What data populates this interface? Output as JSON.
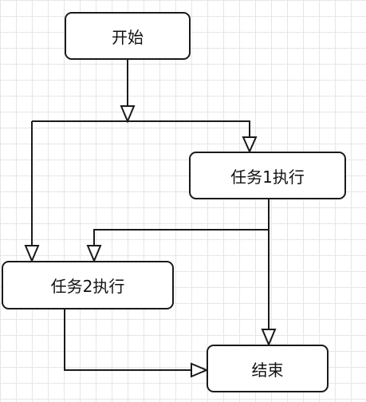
{
  "nodes": {
    "start": {
      "label": "开始"
    },
    "task1": {
      "label": "任务1执行"
    },
    "task2": {
      "label": "任务2执行"
    },
    "end": {
      "label": "结束"
    }
  },
  "edges": [
    {
      "from": "开始",
      "to": "任务1执行"
    },
    {
      "from": "开始",
      "to": "任务2执行"
    },
    {
      "from": "任务1执行",
      "to": "任务2执行"
    },
    {
      "from": "任务1执行",
      "to": "结束"
    },
    {
      "from": "任务2执行",
      "to": "结束"
    }
  ],
  "colors": {
    "stroke": "#1a1a1a",
    "grid": "#e6e6e6",
    "background": "#ffffff"
  }
}
